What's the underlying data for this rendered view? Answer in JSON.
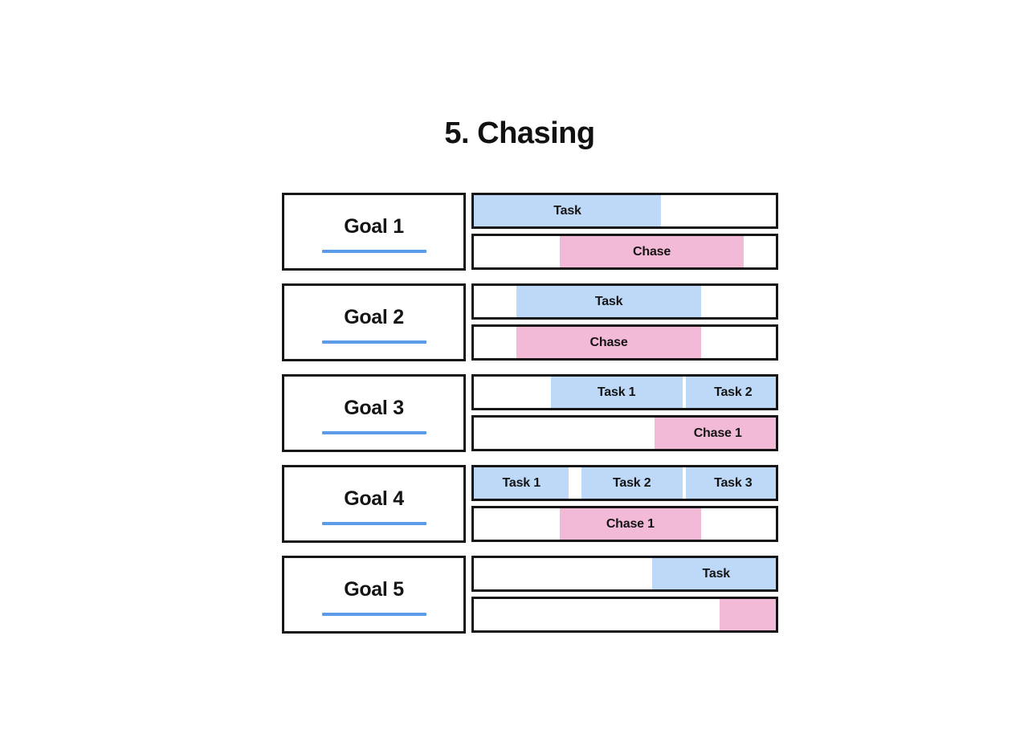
{
  "slide": {
    "title": "5. Chasing",
    "colors": {
      "task_fill": "#bdd9f7",
      "chase_fill": "#f2bad6",
      "outline": "#161616",
      "underline": "#5b9be8",
      "background": "#ffffff",
      "text": "#141414"
    }
  },
  "chart_data": {
    "type": "bar",
    "title": "5. Chasing",
    "xlabel": "",
    "ylabel": "",
    "xlim": [
      0,
      100
    ],
    "grid": false,
    "legend": "none",
    "track_labels": [
      "Task",
      "Chase"
    ],
    "rows": [
      {
        "goal": "Goal 1",
        "task_bars": [
          {
            "label": "Task",
            "start": 0,
            "end": 61
          }
        ],
        "chase_bars": [
          {
            "label": "Chase",
            "start": 28,
            "end": 88
          }
        ]
      },
      {
        "goal": "Goal 2",
        "task_bars": [
          {
            "label": "Task",
            "start": 14,
            "end": 74
          }
        ],
        "chase_bars": [
          {
            "label": "Chase",
            "start": 14,
            "end": 74
          }
        ]
      },
      {
        "goal": "Goal 3",
        "task_bars": [
          {
            "label": "Task 1",
            "start": 25,
            "end": 68
          },
          {
            "label": "Task 2",
            "start": 69,
            "end": 100
          }
        ],
        "chase_bars": [
          {
            "label": "Chase 1",
            "start": 59,
            "end": 100
          }
        ]
      },
      {
        "goal": "Goal 4",
        "task_bars": [
          {
            "label": "Task 1",
            "start": 0,
            "end": 31
          },
          {
            "label": "Task 2",
            "start": 35,
            "end": 68
          },
          {
            "label": "Task 3",
            "start": 69,
            "end": 100
          }
        ],
        "chase_bars": [
          {
            "label": "Chase 1",
            "start": 28,
            "end": 74
          }
        ]
      },
      {
        "goal": "Goal 5",
        "task_bars": [
          {
            "label": "Task",
            "start": 58,
            "end": 100
          }
        ],
        "chase_bars": [
          {
            "label": "",
            "start": 80,
            "end": 100
          }
        ]
      }
    ]
  }
}
